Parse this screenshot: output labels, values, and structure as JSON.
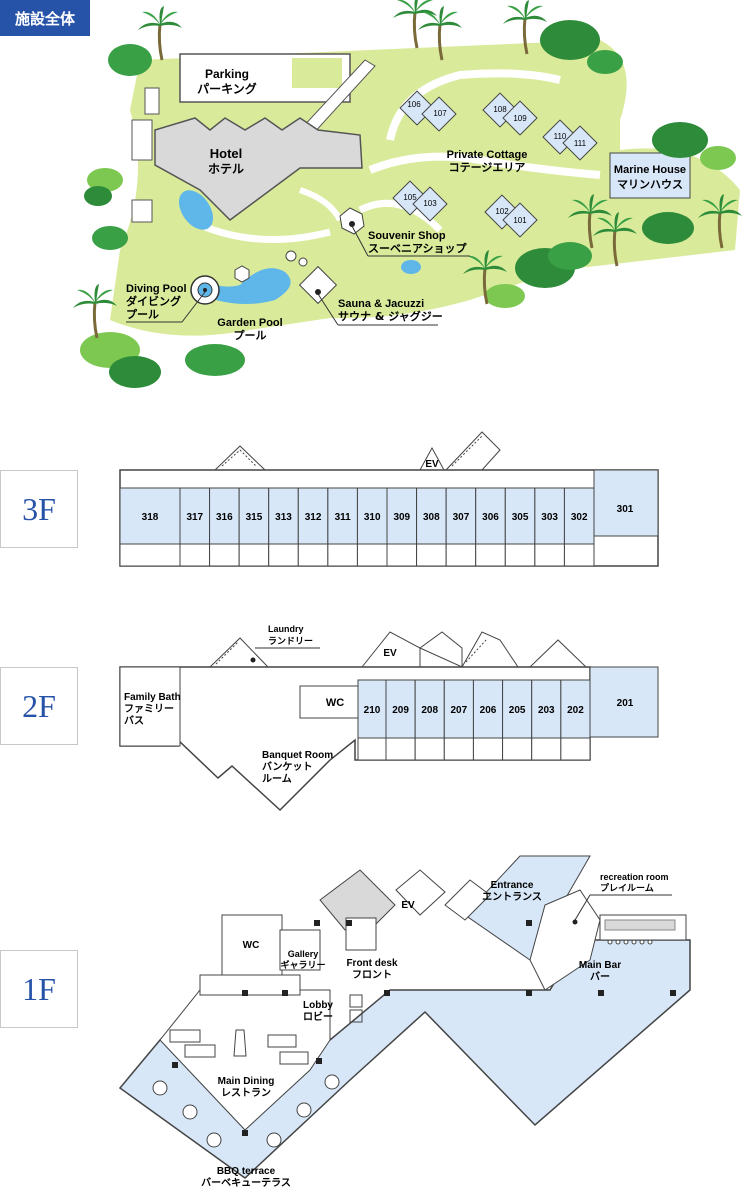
{
  "header": {
    "tag_label": "施設全体"
  },
  "colors": {
    "accent": "#2653a8",
    "room": "#d7e7f8",
    "grass": "#d9eb9a",
    "building": "#d9d9d9",
    "pool": "#5fb6e8"
  },
  "site": {
    "parking": {
      "en": "Parking",
      "jp": "パーキング"
    },
    "hotel": {
      "en": "Hotel",
      "jp": "ホテル"
    },
    "cottage": {
      "en": "Private Cottage",
      "jp": "コテージエリア"
    },
    "marine": {
      "en": "Marine House",
      "jp": "マリンハウス"
    },
    "souvenir": {
      "en": "Souvenir Shop",
      "jp": "スーベニアショップ"
    },
    "diving": {
      "en": "Diving Pool",
      "jp1": "ダイビング",
      "jp2": "プール"
    },
    "garden": {
      "en": "Garden Pool",
      "jp": "プール"
    },
    "sauna": {
      "en": "Sauna & Jacuzzi",
      "jp": "サウナ & ジャグジー"
    },
    "cottages": [
      "106",
      "107",
      "108",
      "109",
      "110",
      "111",
      "105",
      "103",
      "102",
      "101"
    ]
  },
  "floors": {
    "f3": {
      "label": "3F",
      "ev": "EV",
      "rooms": [
        "318",
        "317",
        "316",
        "315",
        "313",
        "312",
        "311",
        "310",
        "309",
        "308",
        "307",
        "306",
        "305",
        "303",
        "302"
      ],
      "suite": "301"
    },
    "f2": {
      "label": "2F",
      "ev": "EV",
      "wc": "WC",
      "laundry_en": "Laundry",
      "laundry_jp": "ランドリー",
      "family_en": "Family Bath",
      "family_jp1": "ファミリー",
      "family_jp2": "バス",
      "banquet_en": "Banquet Room",
      "banquet_jp1": "バンケット",
      "banquet_jp2": "ルーム",
      "rooms": [
        "210",
        "209",
        "208",
        "207",
        "206",
        "205",
        "203",
        "202"
      ],
      "suite": "201"
    },
    "f1": {
      "label": "1F",
      "ev": "EV",
      "wc": "WC",
      "gallery_en": "Gallery",
      "gallery_jp": "ギャラリー",
      "front_en": "Front desk",
      "front_jp": "フロント",
      "lobby_en": "Lobby",
      "lobby_jp": "ロビー",
      "entrance_en": "Entrance",
      "entrance_jp": "エントランス",
      "recreation_en": "recreation room",
      "recreation_jp": "プレイルーム",
      "bar_en": "Main Bar",
      "bar_jp": "バー",
      "dining_en": "Main Dining",
      "dining_jp": "レストラン",
      "bbq_en": "BBQ terrace",
      "bbq_jp": "バーベキューテラス"
    }
  }
}
